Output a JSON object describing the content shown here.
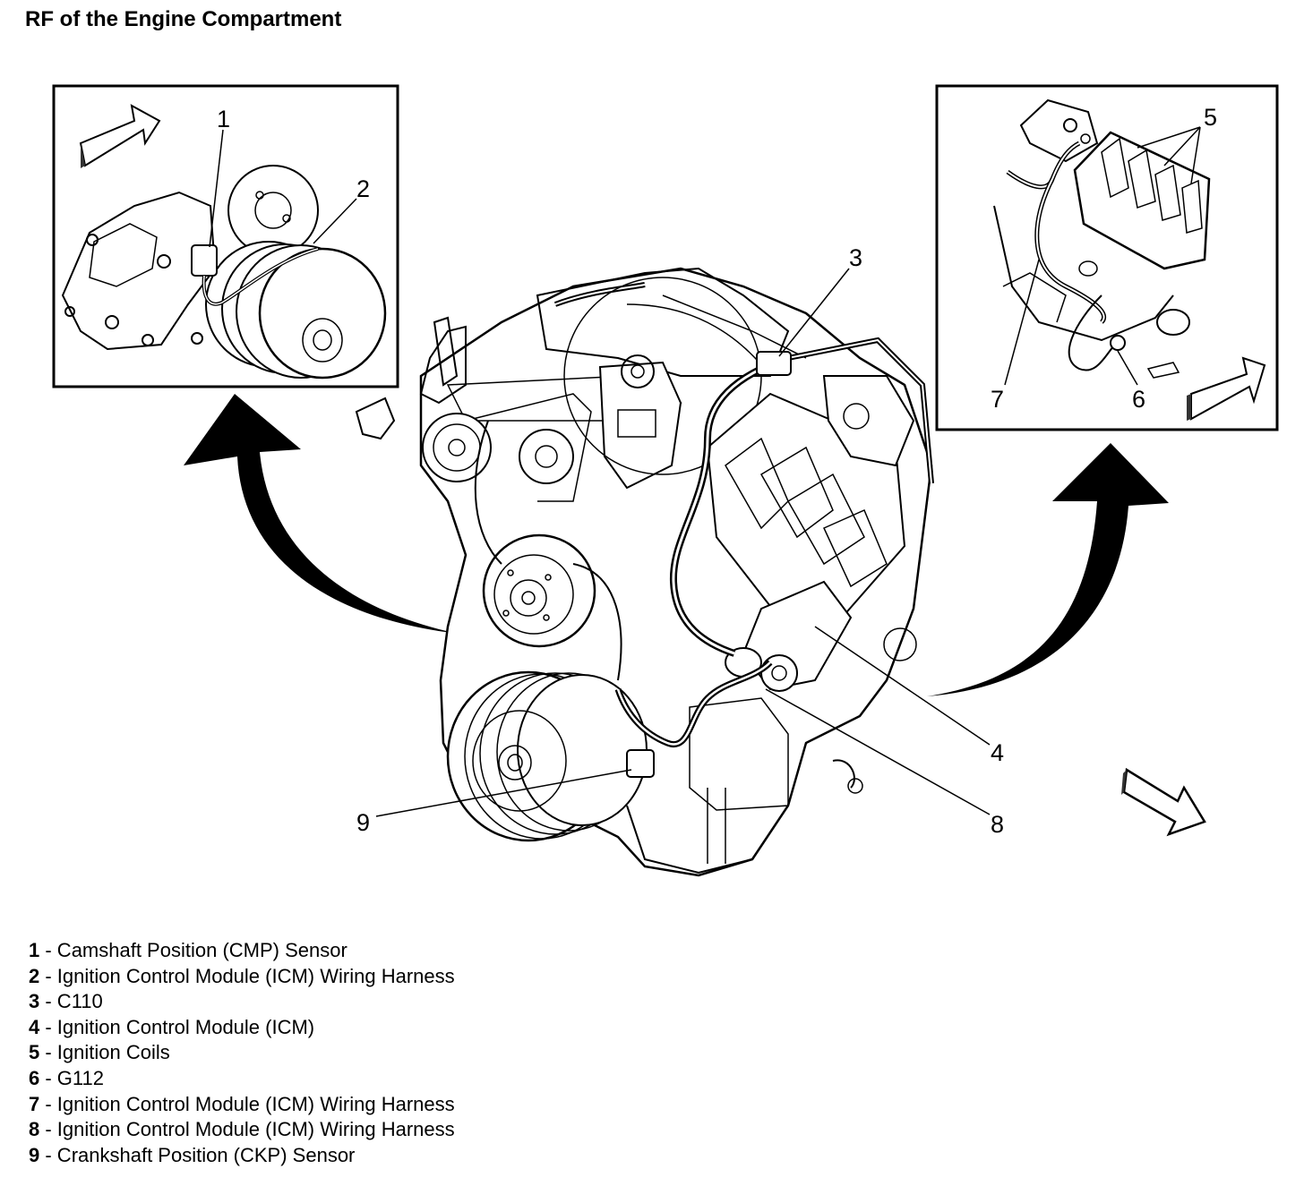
{
  "title": "RF of the Engine Compartment",
  "callouts": [
    "1",
    "2",
    "3",
    "4",
    "5",
    "6",
    "7",
    "8",
    "9"
  ],
  "legend": [
    {
      "num": "1",
      "text": " - Camshaft Position (CMP) Sensor"
    },
    {
      "num": "2",
      "text": " - Ignition Control Module (ICM) Wiring Harness"
    },
    {
      "num": "3",
      "text": " - C110"
    },
    {
      "num": "4",
      "text": " - Ignition Control Module (ICM)"
    },
    {
      "num": "5",
      "text": " - Ignition Coils"
    },
    {
      "num": "6",
      "text": " - G112"
    },
    {
      "num": "7",
      "text": " - Ignition Control Module (ICM) Wiring Harness"
    },
    {
      "num": "8",
      "text": " - Ignition Control Module (ICM) Wiring Harness"
    },
    {
      "num": "9",
      "text": " - Crankshaft Position (CKP) Sensor"
    }
  ]
}
